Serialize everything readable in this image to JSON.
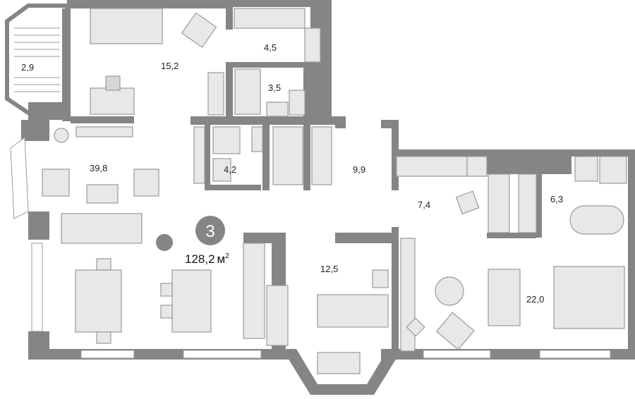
{
  "plan": {
    "rooms_count": "3",
    "total_area": "128,2",
    "area_unit": "м",
    "area_unit_sup": "2",
    "rooms": [
      {
        "id": "balcony",
        "area": "2,9"
      },
      {
        "id": "bedroom-1",
        "area": "15,2"
      },
      {
        "id": "wardrobe-1",
        "area": "4,5"
      },
      {
        "id": "bathroom-1",
        "area": "3,5"
      },
      {
        "id": "living-kitchen",
        "area": "39,8"
      },
      {
        "id": "bathroom-2",
        "area": "4,2"
      },
      {
        "id": "hall",
        "area": "9,9"
      },
      {
        "id": "corridor",
        "area": "7,4"
      },
      {
        "id": "bathroom-3",
        "area": "6,3"
      },
      {
        "id": "bedroom-2",
        "area": "12,5"
      },
      {
        "id": "bedroom-master",
        "area": "22,0"
      }
    ]
  },
  "colors": {
    "wall": "#858585",
    "furniture": "#e8e8e8",
    "badge": "#858585"
  }
}
